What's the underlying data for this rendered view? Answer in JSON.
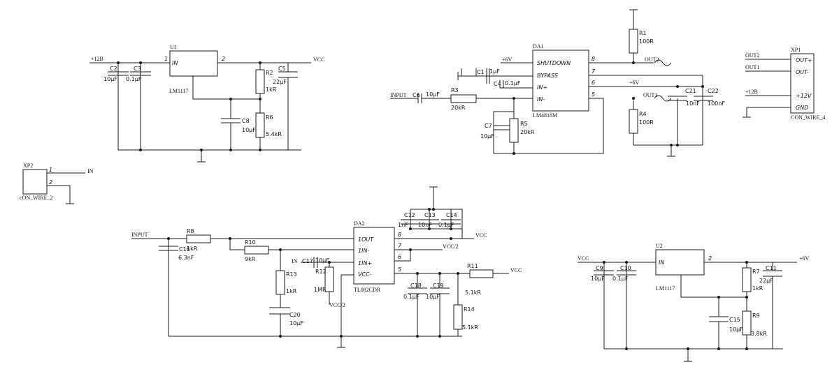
{
  "u1": {
    "ref": "U1",
    "part": "LM1117",
    "pin_in": "IN",
    "pin_num_in": "1",
    "pin_num_out": "2",
    "net_in": "+12B",
    "net_out": "VCC"
  },
  "u1_parts": {
    "c2": "C2",
    "c2v": "10µF",
    "c3": "C3",
    "c3v": "0.1µF",
    "r2": "R2",
    "r2v": "1kR",
    "c5": "C5",
    "c5v": "22µF",
    "c8": "C8",
    "c8v": "10µF",
    "r6": "R6",
    "r6v": "5.4kR"
  },
  "da1": {
    "ref": "DA1",
    "part": "LM4818M",
    "pins": [
      "SHUTDOWN",
      "BYPASS",
      "IN+",
      "IN-"
    ],
    "nums": [
      "8",
      "7",
      "6",
      "5"
    ],
    "net_p6": "+6V",
    "net_sh": "+6V",
    "input": "INPUT",
    "out1": "OUT1",
    "out2": "OUT2"
  },
  "da1_parts": {
    "c1": "C1",
    "c1v": "1µF",
    "c4": "C4",
    "c4v": "0.1µF",
    "c6": "C6",
    "c6v": "10µF",
    "r3": "R3",
    "r3v": "20kR",
    "c7": "C7",
    "c7v": "10µF",
    "r5": "R5",
    "r5v": "20kR",
    "r1": "R1",
    "r1v": "100R",
    "r4": "R4",
    "r4v": "100R",
    "c21": "C21",
    "c21v": "10nF",
    "c22": "C22",
    "c22v": "100nF"
  },
  "xp1": {
    "ref": "XP1",
    "part": "CON_WIRE_4",
    "pins": [
      "OUT+",
      "OUT-",
      "+12V",
      "GND"
    ],
    "nets": [
      "OUT2",
      "OUT1",
      "+12B"
    ]
  },
  "xp2": {
    "ref": "XP2",
    "part": "cON_WIRE_2",
    "pins": [
      "1",
      "2"
    ],
    "net": "IN"
  },
  "da2": {
    "ref": "DA2",
    "part": "TL082CDR",
    "pins": [
      "1OUT",
      "1IN-",
      "1IN+",
      "VCC-"
    ],
    "nums": [
      "8",
      "7",
      "6",
      "5"
    ],
    "net_vcc2": "VCC/2",
    "net_vcc2b": "VCC/2",
    "net_vcc": "VCC",
    "net_vcc_r11": "VCC",
    "input": "INPUT",
    "in": "IN"
  },
  "da2_parts": {
    "r8": "R8",
    "r8v": "1kR",
    "c16": "C16",
    "c16v": "6.3nF",
    "r10": "R10",
    "r10v": "9kR",
    "r13": "R13",
    "r13v": "1kR",
    "c20": "C20",
    "c20v": "10µF",
    "c17": "C17",
    "c17v": "10µF",
    "r12": "R12",
    "r12v": "1MR",
    "c12": "C12",
    "c12v": "1nF",
    "c13": "C13",
    "c13v": "10nF",
    "c14": "C14",
    "c14v": "0.1µF",
    "c18": "C18",
    "c18v": "0.1µF",
    "c19": "C19",
    "c19v": "10µF",
    "r11": "R11",
    "r11v": "5.1kR",
    "r14": "R14",
    "r14v": "5.1kR"
  },
  "u2": {
    "ref": "U2",
    "part": "LM1117",
    "pin_in": "IN",
    "pin_num_out": "2",
    "net_in": "VCC",
    "net_out": "+6V"
  },
  "u2_parts": {
    "c9": "C9",
    "c9v": "10µF",
    "c10": "C10",
    "c10v": "0.1µF",
    "r7": "R7",
    "r7v": "1kR",
    "c11": "C11",
    "c11v": "22µF",
    "c15": "C15",
    "c15v": "10µF",
    "r9": "R9",
    "r9v": "3.8kR"
  }
}
